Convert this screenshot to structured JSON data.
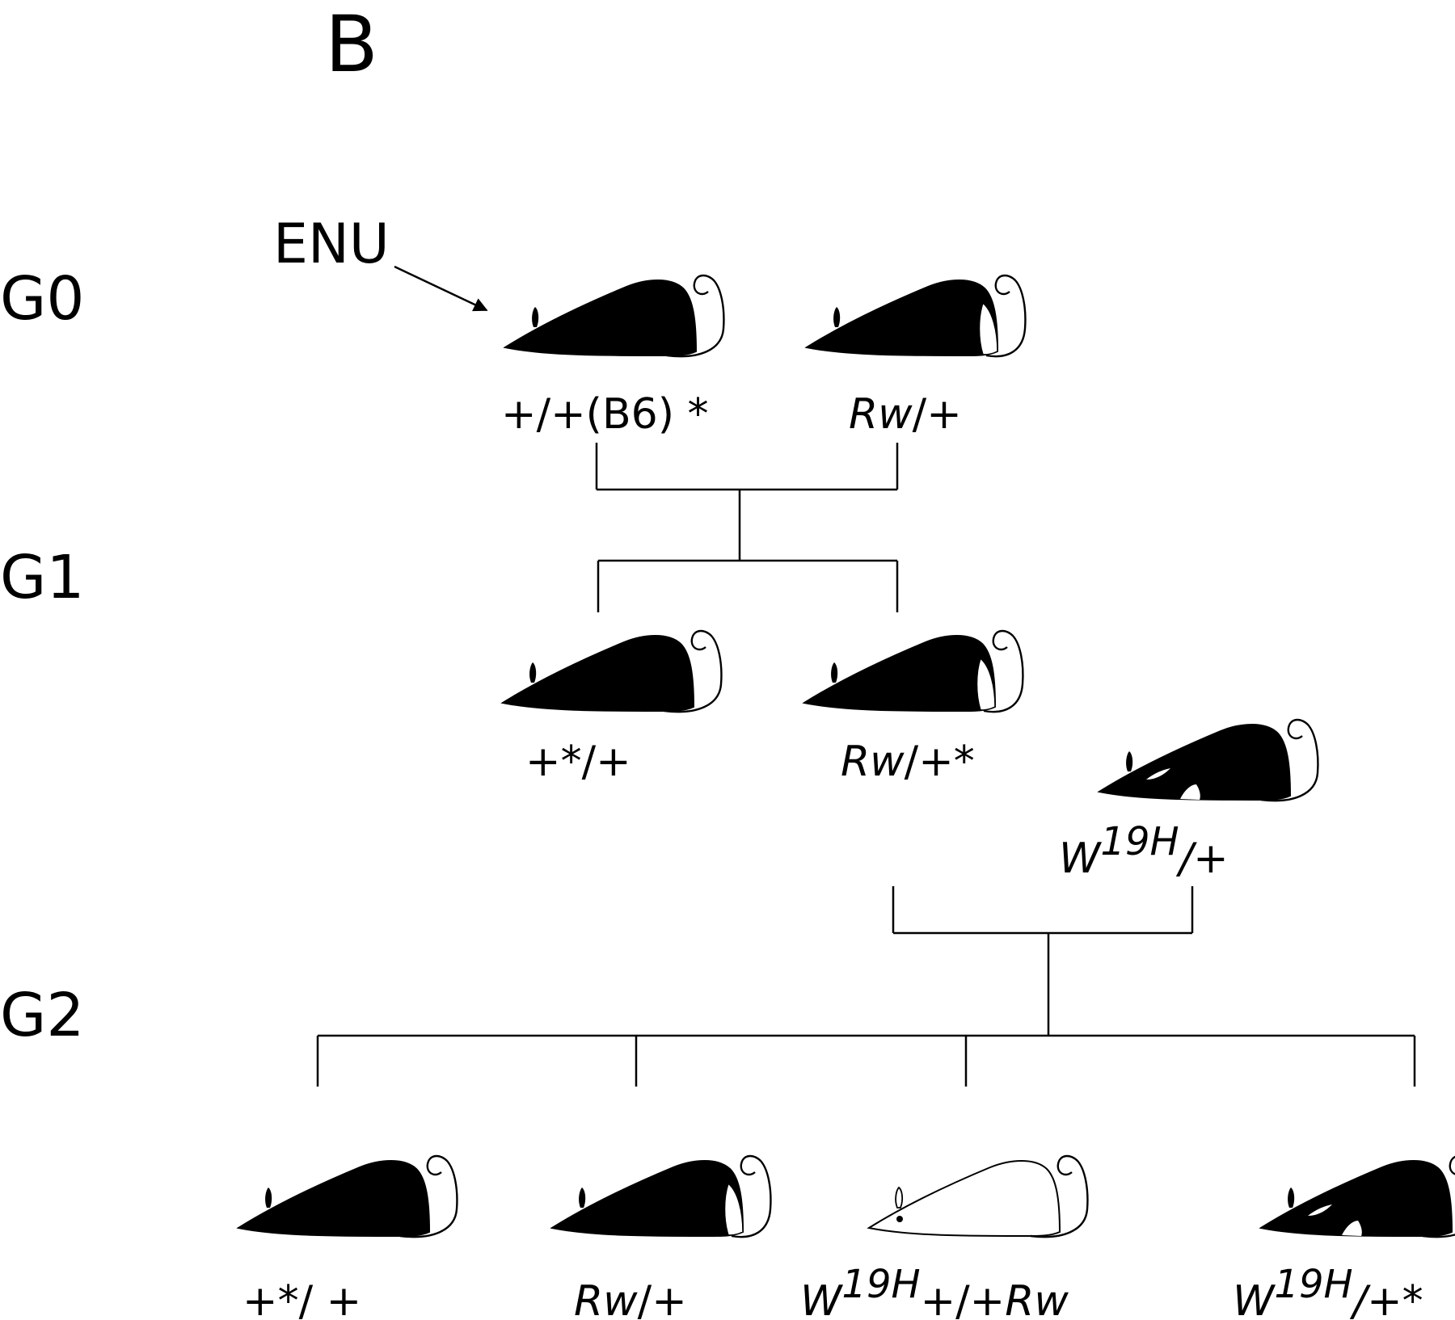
{
  "panel_label": "B",
  "generations": [
    "G0",
    "G1",
    "G2"
  ],
  "treatment_label": "ENU",
  "mice": {
    "g0_b6": {
      "genotype": "+/+(B6) *",
      "phenotype": "black"
    },
    "g0_rw": {
      "genotype_italic": "Rw",
      "genotype_rest": "/+",
      "phenotype": "black-white-belt"
    },
    "g1_plus": {
      "genotype": "+*/+",
      "phenotype": "black"
    },
    "g1_rw": {
      "genotype_italic": "Rw",
      "genotype_rest": "/+*",
      "phenotype": "black-white-belt"
    },
    "w19h": {
      "base": "W",
      "superscript": "19H",
      "rest": "/+",
      "phenotype": "black-white-spots"
    },
    "g2_plus": {
      "genotype": "+*/ +",
      "phenotype": "black"
    },
    "g2_rw": {
      "genotype_italic": "Rw",
      "genotype_rest": "/+",
      "phenotype": "black-white-belt"
    },
    "g2_double": {
      "base": "W",
      "superscript": "19H",
      "rest": "+/+",
      "rest_italic": "Rw",
      "phenotype": "white"
    },
    "g2_w19h": {
      "base": "W",
      "superscript": "19H",
      "rest": "/+*",
      "phenotype": "black-white-spots"
    }
  },
  "colors": {
    "ink": "#000000",
    "background": "#ffffff"
  }
}
